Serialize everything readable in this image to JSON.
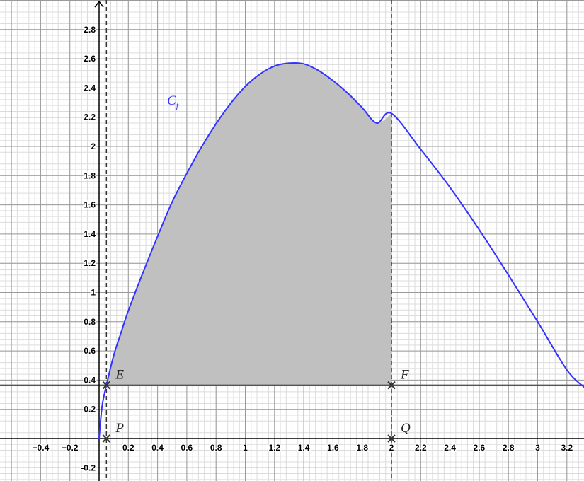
{
  "chart_data": {
    "type": "area",
    "title": "",
    "xlabel": "",
    "ylabel": "",
    "xlim": [
      -0.65,
      3.32
    ],
    "ylim": [
      -0.27,
      2.96
    ],
    "grid": true,
    "x_ticks": [
      "−0.4",
      "−0.2",
      "0.2",
      "0.4",
      "0.6",
      "0.8",
      "1",
      "1.2",
      "1.4",
      "1.6",
      "1.8",
      "2",
      "2.2",
      "2.4",
      "2.6",
      "2.8",
      "3",
      "3.2"
    ],
    "x_tick_values": [
      -0.4,
      -0.2,
      0.2,
      0.4,
      0.6,
      0.8,
      1,
      1.2,
      1.4,
      1.6,
      1.8,
      2,
      2.2,
      2.4,
      2.6,
      2.8,
      3,
      3.2
    ],
    "y_ticks": [
      "-0.2",
      "0.2",
      "0.4",
      "0.6",
      "0.8",
      "1",
      "1.2",
      "1.4",
      "1.6",
      "1.8",
      "2",
      "2.2",
      "2.4",
      "2.6",
      "2.8"
    ],
    "y_tick_values": [
      -0.2,
      0.2,
      0.4,
      0.6,
      0.8,
      1,
      1.2,
      1.4,
      1.6,
      1.8,
      2,
      2.2,
      2.4,
      2.6,
      2.8
    ],
    "curve": {
      "name": "C",
      "subscript": "f",
      "color": "#3333ff",
      "x": [
        0,
        0.02,
        0.05,
        0.1,
        0.15,
        0.2,
        0.3,
        0.4,
        0.5,
        0.6,
        0.7,
        0.8,
        0.9,
        1.0,
        1.1,
        1.2,
        1.3,
        1.4,
        1.5,
        1.6,
        1.7,
        1.8,
        1.9,
        2.0,
        2.2,
        2.4,
        2.6,
        2.8,
        3.0,
        3.2,
        3.32
      ],
      "y": [
        0,
        0.218,
        0.365,
        0.569,
        0.725,
        0.875,
        1.136,
        1.384,
        1.62,
        1.815,
        1.995,
        2.155,
        2.295,
        2.41,
        2.495,
        2.55,
        2.57,
        2.565,
        2.52,
        2.45,
        2.365,
        2.265,
        2.16,
        2.226,
        1.98,
        1.72,
        1.43,
        1.12,
        0.8,
        0.47,
        0.35
      ]
    },
    "shaded_region": {
      "color": "#c0c0c0",
      "x_from": 0.05,
      "x_to": 2,
      "lower_y": 0.365
    },
    "horizontal_line": {
      "y": 0.365,
      "color": "#555555"
    },
    "dashed_verticals": [
      0.05,
      2
    ],
    "points": [
      {
        "label": "E",
        "x": 0.05,
        "y": 0.365
      },
      {
        "label": "F",
        "x": 2,
        "y": 0.365
      },
      {
        "label": "P",
        "x": 0.05,
        "y": 0
      },
      {
        "label": "Q",
        "x": 2,
        "y": 0
      }
    ]
  }
}
